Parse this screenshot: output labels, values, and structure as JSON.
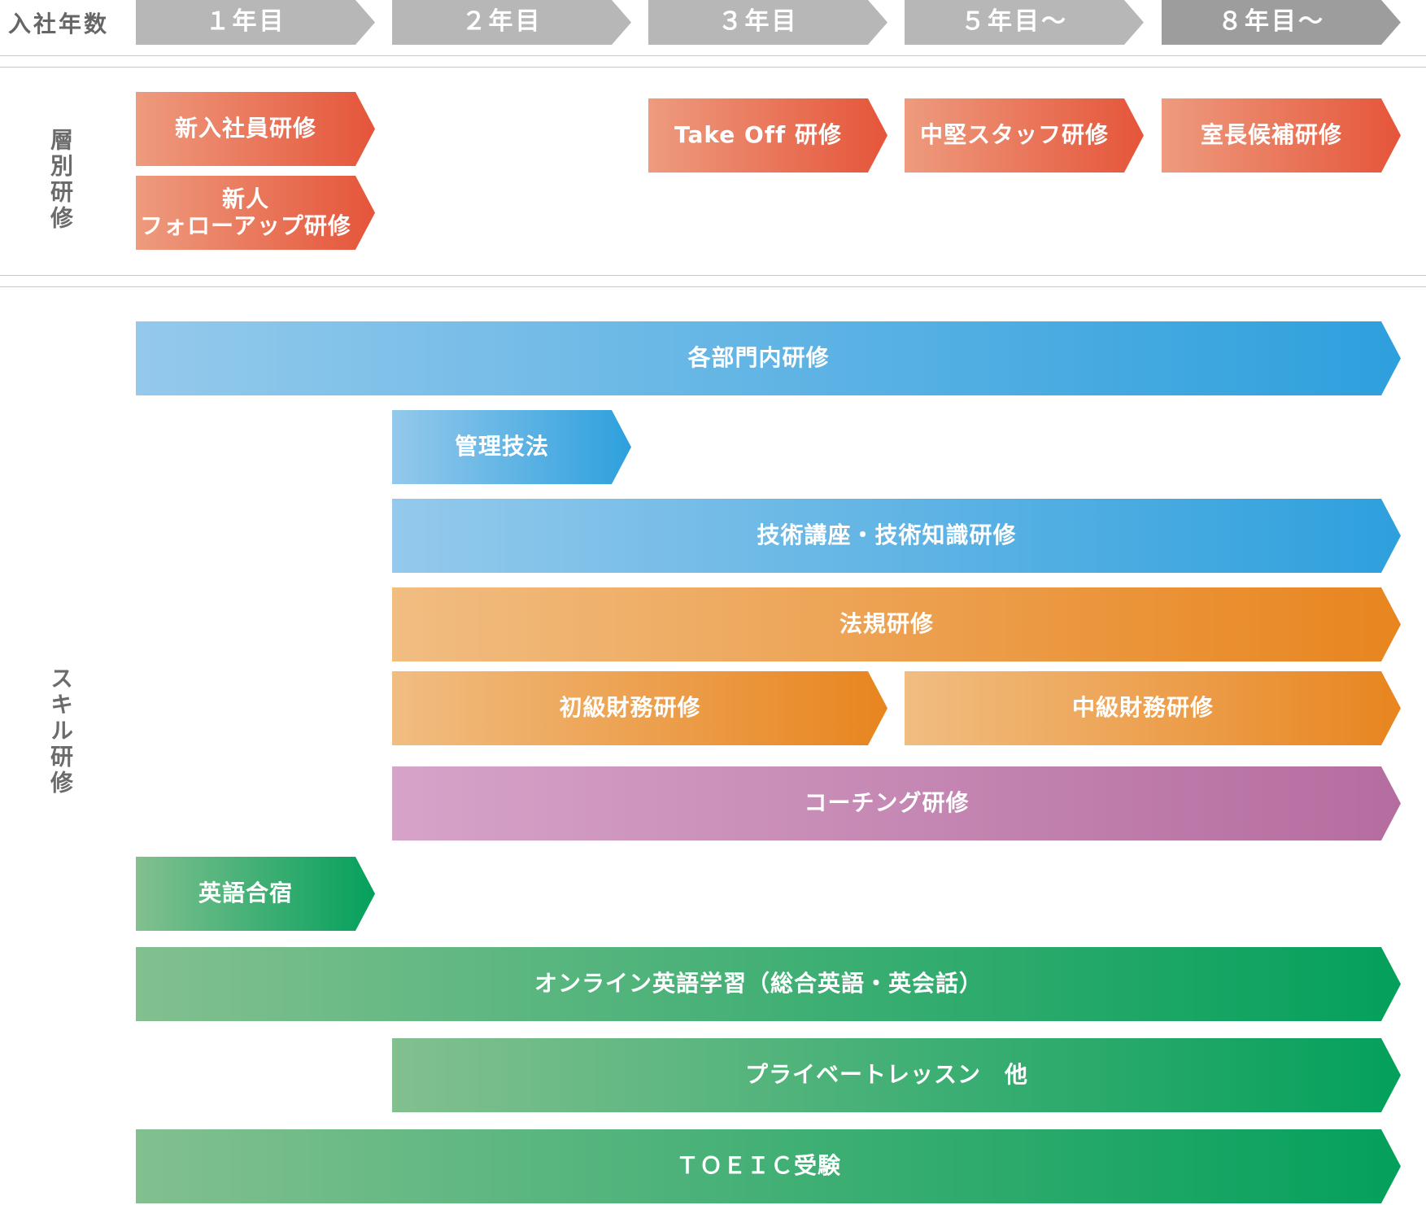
{
  "header": {
    "corner_label": "入社年数",
    "years": [
      "１年目",
      "２年目",
      "３年目",
      "５年目〜",
      "８年目〜"
    ]
  },
  "sections": {
    "level": "層別研修",
    "skill": "スキル研修"
  },
  "level_trainings": [
    "新入社員研修",
    "新人\nフォローアップ研修",
    "Take Off 研修",
    "中堅スタッフ研修",
    "室長候補研修"
  ],
  "skill_trainings": [
    "各部門内研修",
    "管理技法",
    "技術講座・技術知識研修",
    "法規研修",
    "初級財務研修",
    "中級財務研修",
    "コーチング研修",
    "英語合宿",
    "オンライン英語学習（総合英語・英会話）",
    "プライベートレッスン　他",
    "ＴＯＥＩＣ受験"
  ],
  "colors": {
    "header_year": "#b7b7b7",
    "header_year_last": "#9d9d9d",
    "level": "#e5553a",
    "skill_internal": "#2ea0dd",
    "skill_law_finance": "#e8851f",
    "skill_coaching": "#b56d9f",
    "skill_english": "#04a05c"
  }
}
